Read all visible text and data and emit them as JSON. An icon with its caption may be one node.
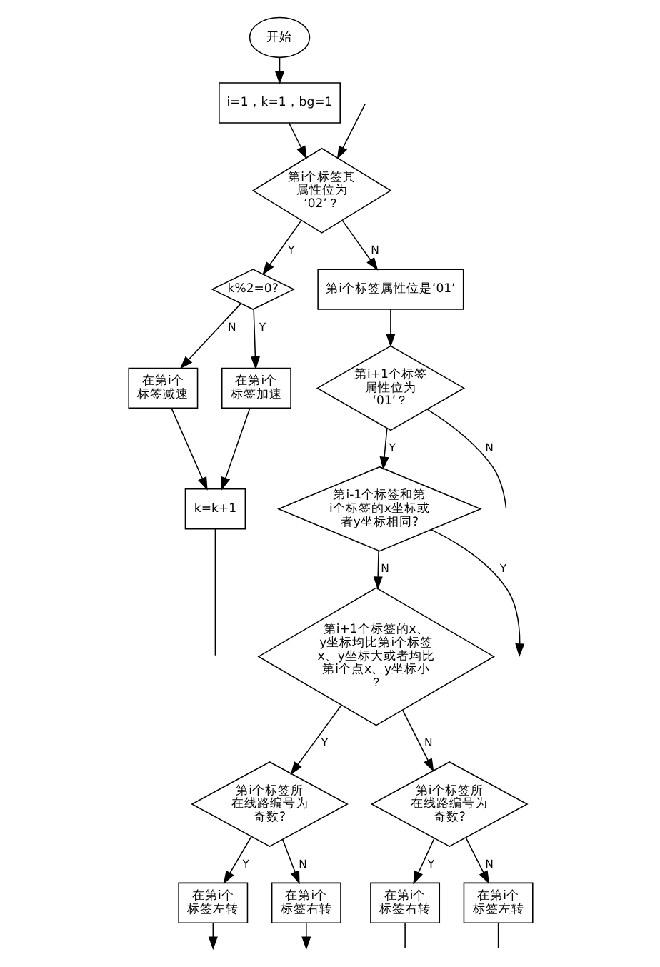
{
  "diagram": {
    "nodes": [
      {
        "text": [
          "开始"
        ]
      },
      {
        "text": [
          "i=1，k=1，bg=1"
        ]
      },
      {
        "text": [
          "第i个标签其属性位为‘02’？"
        ]
      },
      {
        "text": [
          "k%2=0?"
        ]
      },
      {
        "text": [
          "第i个标签属性位是‘01’"
        ]
      },
      {
        "text": [
          "第i+1个标签属性位为‘01’？"
        ]
      },
      {
        "text": [
          "在第i个标签减速"
        ]
      },
      {
        "text": [
          "在第i个标签加速"
        ]
      },
      {
        "text": [
          "第i-1个标签和第i个标签的x坐标或者y坐标相同?"
        ]
      },
      {
        "text": [
          "k=k+1"
        ]
      },
      {
        "text": [
          "第i+1个标签的x、y坐标均比第i个标签x、y坐标大或者均比第i个点x、y坐标小？"
        ]
      },
      {
        "text": [
          "第i个标签所在线路编号为奇数?"
        ]
      },
      {
        "text": [
          "第i个标签所在线路编号为奇数?"
        ]
      },
      {
        "text": [
          "在第i个标签左转"
        ]
      },
      {
        "text": [
          "在第i个标签右转"
        ]
      },
      {
        "text": [
          "在第i个标签右转"
        ]
      },
      {
        "text": [
          "在第i个标签左转"
        ]
      }
    ],
    "edges": [
      {
        "from": 0,
        "to": 1,
        "arrow": "to"
      },
      {
        "from": 1,
        "to": 2,
        "arrow": "to"
      },
      {
        "from": null,
        "to": 2,
        "arrow": "to"
      },
      {
        "from": 2,
        "to": 3,
        "label": "Y",
        "arrow": "to"
      },
      {
        "from": 2,
        "to": 4,
        "label": "N",
        "arrow": "to"
      },
      {
        "from": 4,
        "to": 5,
        "arrow": "to"
      },
      {
        "from": 3,
        "to": 6,
        "label": "N",
        "arrow": "to"
      },
      {
        "from": 3,
        "to": 7,
        "label": "Y",
        "arrow": "to"
      },
      {
        "from": 6,
        "to": 9,
        "arrow": "to"
      },
      {
        "from": 7,
        "to": 9,
        "arrow": "to"
      },
      {
        "from": 5,
        "to": null,
        "label": "N",
        "arrow": "none"
      },
      {
        "from": 5,
        "to": 8,
        "label": "Y",
        "arrow": "to"
      },
      {
        "from": 8,
        "to": null,
        "label": "Y",
        "arrow": "to"
      },
      {
        "from": 8,
        "to": 10,
        "label": "N",
        "arrow": "to"
      },
      {
        "from": 9,
        "to": null,
        "arrow": "none"
      },
      {
        "from": 10,
        "to": 11,
        "label": "Y",
        "arrow": "to"
      },
      {
        "from": 10,
        "to": 12,
        "label": "N",
        "arrow": "to"
      },
      {
        "from": 11,
        "to": 13,
        "label": "Y",
        "arrow": "to"
      },
      {
        "from": 11,
        "to": 14,
        "label": "N",
        "arrow": "to"
      },
      {
        "from": 12,
        "to": 15,
        "label": "Y",
        "arrow": "to"
      },
      {
        "from": 12,
        "to": 16,
        "label": "N",
        "arrow": "to"
      },
      {
        "from": 13,
        "to": null,
        "arrow": "to"
      },
      {
        "from": 14,
        "to": null,
        "arrow": "to"
      },
      {
        "from": 15,
        "to": null,
        "arrow": "none"
      },
      {
        "from": 16,
        "to": null,
        "arrow": "none"
      }
    ]
  }
}
